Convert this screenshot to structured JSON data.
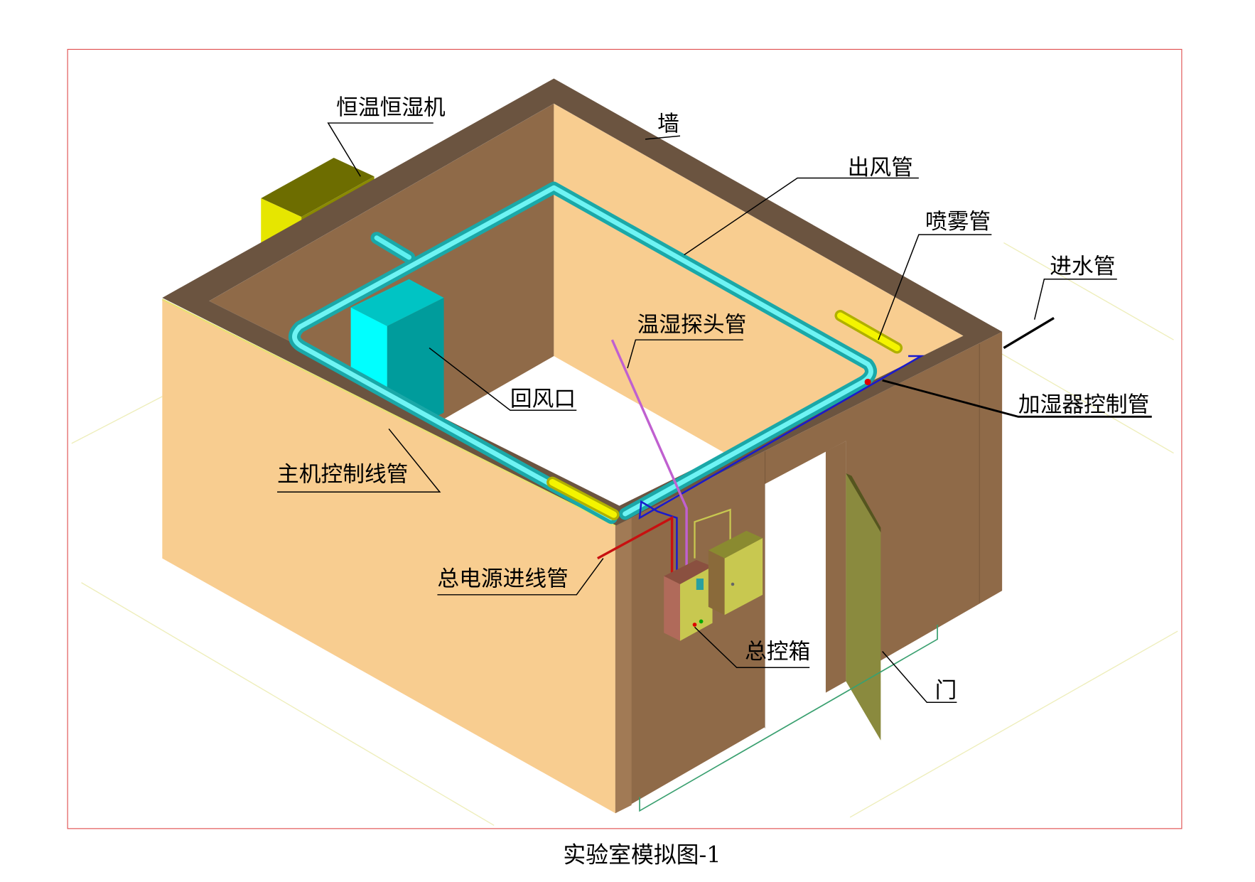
{
  "title": "实验室模拟图-1",
  "labels": {
    "machine": "恒温恒湿机",
    "wall": "墙",
    "supply_duct": "出风管",
    "spray_pipe": "喷雾管",
    "water_inlet": "进水管",
    "probe_pipe": "温湿探头管",
    "return_air": "回风口",
    "humidifier_control": "加湿器控制管",
    "host_control": "主机控制线管",
    "power_inlet": "总电源进线管",
    "control_box": "总控箱",
    "door": "门"
  },
  "colors": {
    "wall_top": "#6b5440",
    "wall_light": "#f8cd90",
    "wall_dark": "#8f6a48",
    "duct": "#33d6d6",
    "spray": "#e6e600",
    "machine": "#e6e600",
    "border": "#e05050"
  }
}
